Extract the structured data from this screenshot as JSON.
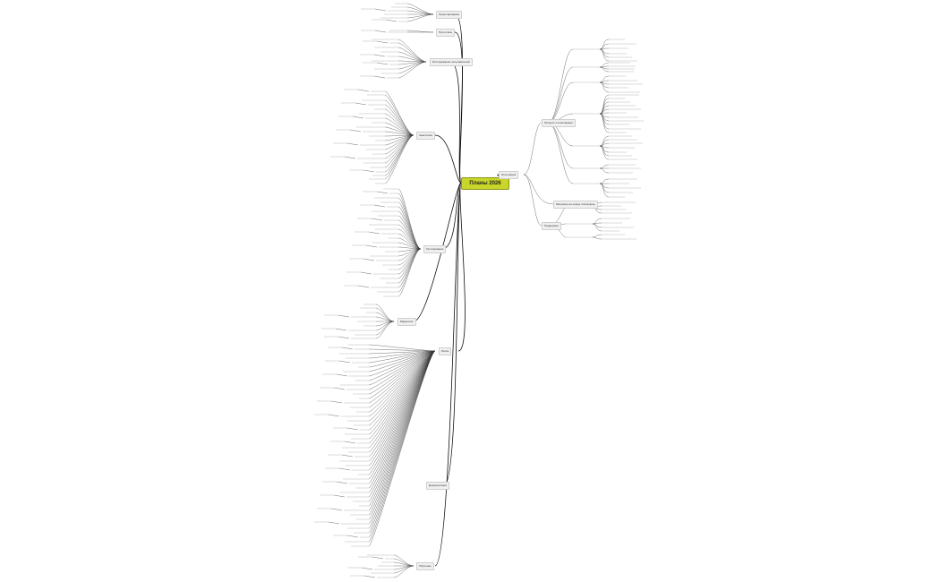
{
  "root": {
    "label": "Планы 2026"
  },
  "branches": {
    "right": [
      {
        "label": "Интеграция"
      },
      {
        "label": "Процесс согласования"
      },
      {
        "label": "Миграция на новую платформу"
      },
      {
        "label": "Поддержка"
      }
    ],
    "left": [
      {
        "label": "Проектирование"
      },
      {
        "label": "Прототипы"
      },
      {
        "label": "Исследования пользователей"
      },
      {
        "label": "Аналитика"
      },
      {
        "label": "Тестирование"
      },
      {
        "label": "Релиз"
      },
      {
        "label": "Документация"
      },
      {
        "label": "Обучение"
      },
      {
        "label": "Маркетинг"
      }
    ]
  },
  "legibility_note": ""
}
